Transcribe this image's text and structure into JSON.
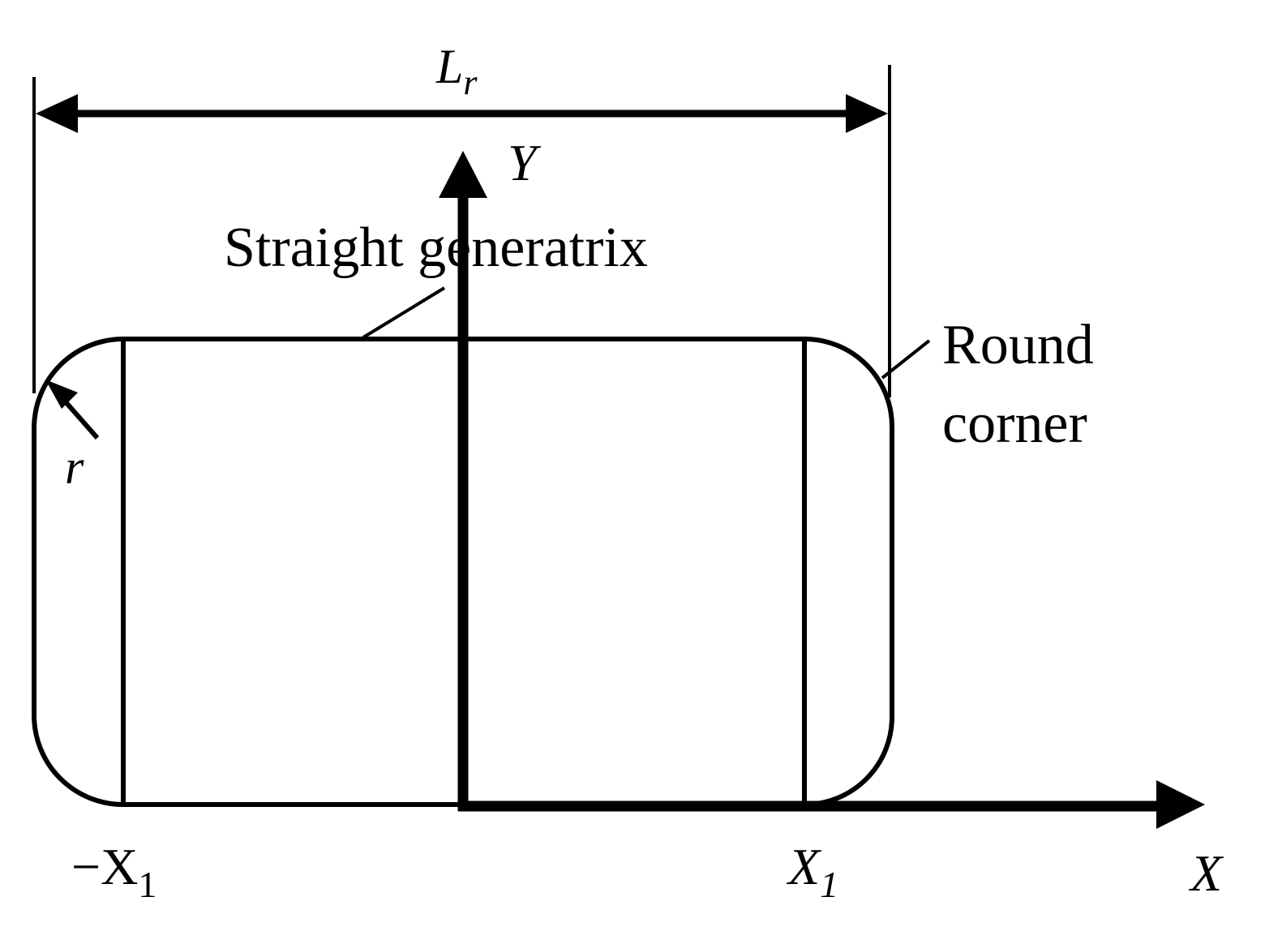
{
  "dimension_label": {
    "main": "L",
    "subscript": "r"
  },
  "axes": {
    "y": "Y",
    "x": "X"
  },
  "annotations": {
    "straight_generatrix": "Straight generatrix",
    "round_corner_line1": "Round",
    "round_corner_line2": "corner",
    "radius": "r"
  },
  "tick_labels": {
    "neg_x1_main": "−X",
    "neg_x1_sub": "1",
    "x1_main": "X",
    "x1_sub": "1"
  },
  "colors": {
    "stroke": "#000000",
    "background": "#ffffff"
  }
}
